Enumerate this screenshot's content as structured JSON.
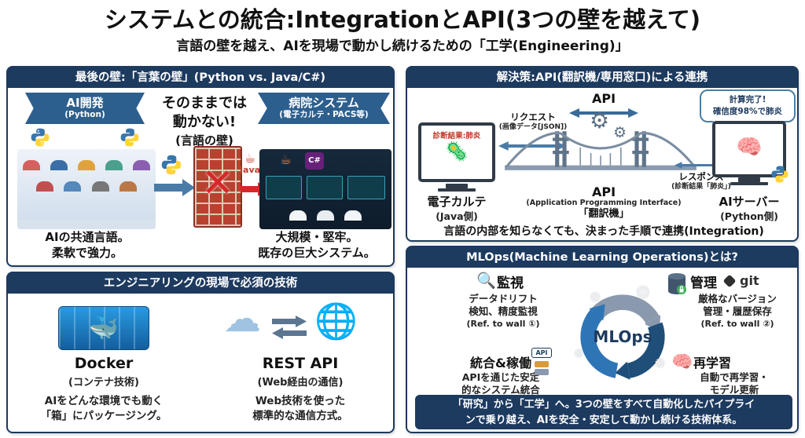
{
  "title": "システムとの統合:IntegrationとAPI(3つの壁を越えて)",
  "subtitle": "言語の壁を越え、AIを現場で動かし続けるための「工学(Engineering)」",
  "icons": {
    "x": "✕",
    "gear": "⚙",
    "magnifier": "🔍",
    "brain": "🧠",
    "cloud": "☁",
    "globe": "🌐",
    "whale": "🐳",
    "virus": "🦠",
    "coffee": "☕",
    "lock": "🔒"
  },
  "wall_panel": {
    "header": "最後の壁:「言葉の壁」(Python vs. Java/C#)",
    "ai_banner": {
      "title": "AI開発",
      "sub": "(Python)"
    },
    "hospital_banner": {
      "title": "病院システム",
      "sub": "(電子カルテ・PACS等)"
    },
    "blocked": {
      "line1": "そのままでは",
      "line2": "動かない!",
      "line3": "(言語の壁)"
    },
    "java_label": "Java",
    "csharp_label": "C#",
    "left_caption": {
      "line1": "AIの共通言語。",
      "line2": "柔軟で強力。"
    },
    "right_caption": {
      "line1": "大規模・堅牢。",
      "line2": "既存の巨大システム。"
    }
  },
  "tech_panel": {
    "header": "エンジニアリングの現場で必須の技術",
    "docker": {
      "title": "Docker",
      "sub": "(コンテナ技術)",
      "cap1": "AIをどんな環境でも動く",
      "cap2": "「箱」にパッケージング。"
    },
    "rest": {
      "title": "REST API",
      "sub": "(Web経由の通信)",
      "cap1": "Web技術を使った",
      "cap2": "標準的な通信方式。"
    }
  },
  "api_panel": {
    "header": "解決策:API(翻訳機/専用窓口)による連携",
    "api_top": "API",
    "request": {
      "label": "リクエスト",
      "sub": "(画像データ[JSON])"
    },
    "response": {
      "label": "レスポンス",
      "sub": "(診断結果「肺炎」)"
    },
    "emr_screen": "診断結果:肺炎",
    "emr": {
      "title": "電子カルテ",
      "sub": "(Java側)"
    },
    "bridge": {
      "title": "API",
      "sub": "(Application Programming Interface)",
      "nickname": "「翻訳機」"
    },
    "bubble": {
      "line1": "計算完了!",
      "line2": "確信度98%で肺炎"
    },
    "ai_server": {
      "title": "AIサーバー",
      "sub": "(Python側)"
    },
    "note": "言語の内部を知らなくても、決まった手順で連携(Integration)"
  },
  "mlops_panel": {
    "header": "MLOps(Machine Learning Operations)とは?",
    "center": "MLOps",
    "monitor": {
      "title": "監視",
      "lines": [
        "データドリフト",
        "検知、精度監視",
        "(Ref. to wall ①)"
      ]
    },
    "manage": {
      "title": "管理",
      "git": "git",
      "lines": [
        "厳格なバージョン",
        "管理・履歴保存",
        "(Ref. to wall ②)"
      ]
    },
    "integrate": {
      "title": "統合&稼働",
      "api_tag": "API",
      "lines": [
        "APIを通じた安定",
        "的なシステム統合"
      ]
    },
    "retrain": {
      "title": "再学習",
      "lines": [
        "自動で再学習・",
        "モデル更新"
      ]
    },
    "banner": {
      "line1": "「研究」から「工学」へ。3つの壁をすべて自動化したパイプライ",
      "line2": "ンで乗り越え、AIを安全・安定して動かし続ける技術体系。"
    }
  }
}
